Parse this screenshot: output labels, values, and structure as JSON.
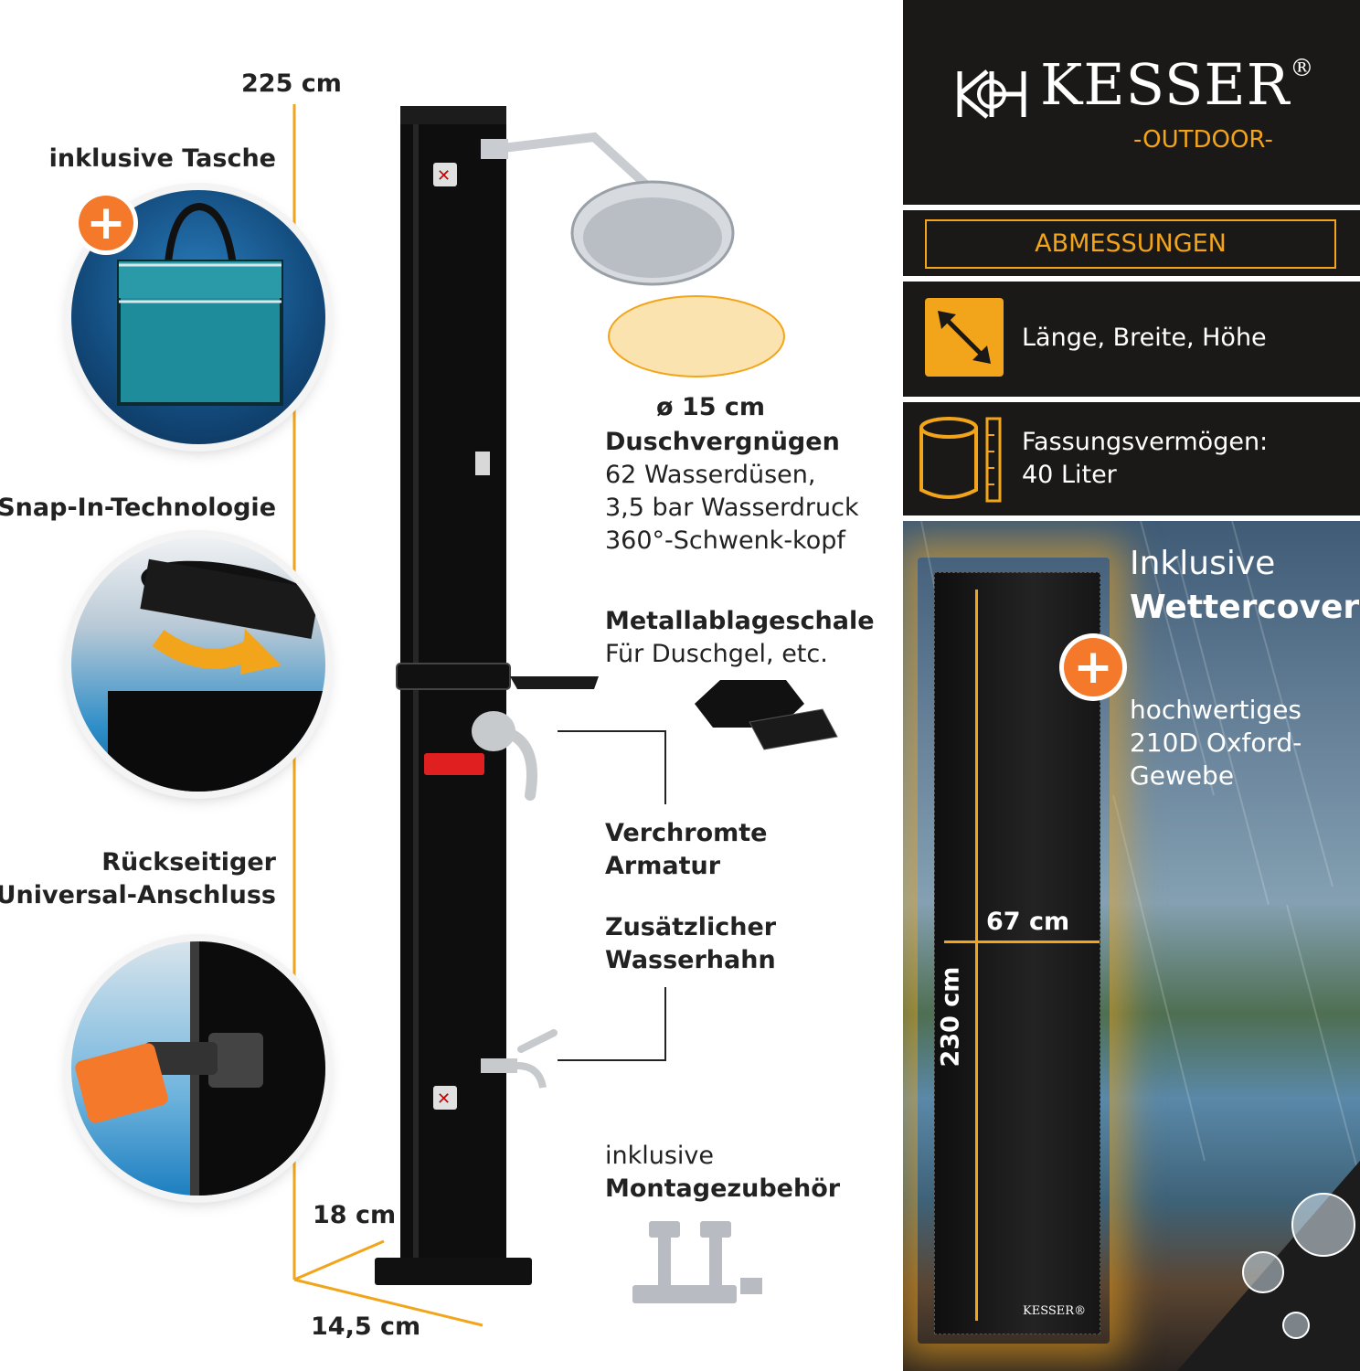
{
  "brand": {
    "name": "KESSER",
    "registered": "®",
    "sub": "-OUTDOOR-"
  },
  "left": {
    "height_label": "225 cm",
    "bag_label": "inklusive Tasche",
    "snap_label": "Snap-In-Technologie",
    "connector_label_1": "Rückseitiger",
    "connector_label_2": "Universal-Anschluss",
    "base_depth": "18 cm",
    "base_width": "14,5 cm"
  },
  "features": {
    "diameter": "ø 15 cm",
    "shower_title": "Duschvergnügen",
    "shower_line1": "62 Wasserdüsen,",
    "shower_line2": "3,5 bar Wasserdruck",
    "shower_line3": "360°-Schwenk-kopf",
    "tray_title": "Metallablageschale",
    "tray_sub": "Für Duschgel, etc.",
    "fitting_line1": "Verchromte",
    "fitting_line2": "Armatur",
    "tap_line1": "Zusätzlicher",
    "tap_line2": "Wasserhahn",
    "mount_line1": "inklusive",
    "mount_line2": "Montagezubehör"
  },
  "right": {
    "section_title": "ABMESSUNGEN",
    "dims_label": "Länge, Breite, Höhe",
    "capacity_label": "Fassungsvermögen:",
    "capacity_value": "40 Liter",
    "cover_line1": "Inklusive",
    "cover_line2": "Wettercover",
    "fabric_line1": "hochwertiges",
    "fabric_line2": "210D Oxford-",
    "fabric_line3": "Gewebe",
    "cover_width": "67 cm",
    "cover_height": "230 cm",
    "cover_brand": "KESSER®"
  },
  "colors": {
    "accent": "#f2a51a",
    "orange": "#f5792a",
    "dark": "#1b1918"
  },
  "icons": [
    "plus-icon",
    "wrench-icon",
    "arrow-diagonal-icon",
    "cylinder-ruler-icon",
    "kesser-logo-icon"
  ]
}
